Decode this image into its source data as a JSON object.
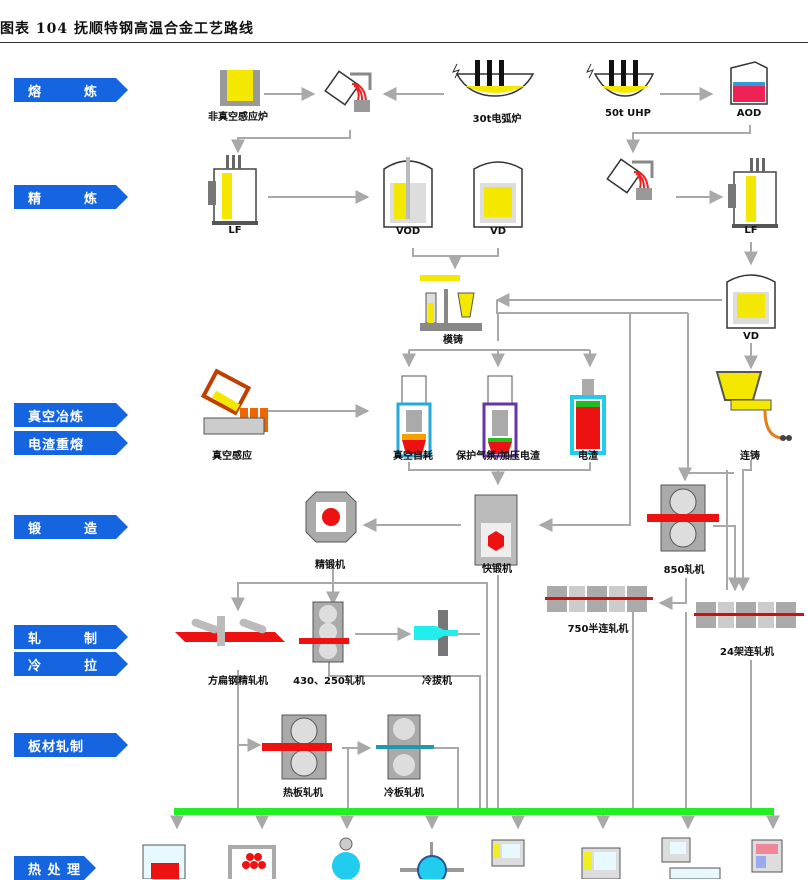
{
  "title": "图表 104 抚顺特钢高温合金工艺路线",
  "stages": [
    {
      "id": "melting",
      "label": "熔　　　炼"
    },
    {
      "id": "refining",
      "label": "精　　　炼"
    },
    {
      "id": "vacuum-metallurgy",
      "label": "真空冶炼"
    },
    {
      "id": "esr",
      "label": "电渣重熔"
    },
    {
      "id": "forging",
      "label": "锻　　　造"
    },
    {
      "id": "rolling",
      "label": "轧　　　制"
    },
    {
      "id": "cold-drawing",
      "label": "冷　　　拉"
    },
    {
      "id": "plate-rolling",
      "label": "板材轧制"
    },
    {
      "id": "heat-treatment",
      "label": "热 处 理"
    }
  ],
  "equipment": {
    "non_vacuum_induction": "非真空感应炉",
    "eaf_30t": "30t电弧炉",
    "uhp_50t": "50t UHP",
    "aod": "AOD",
    "lf_left": "LF",
    "vod": "VOD",
    "vd_left": "VD",
    "lf_right": "LF",
    "vd_right": "VD",
    "ingot_casting": "模铸",
    "vacuum_induction": "真空感应",
    "var": "真空自耗",
    "protective_esr": "保护气氛/加压电渣",
    "esr": "电渣",
    "continuous_casting": "连铸",
    "precision_forging": "精锻机",
    "fast_forging": "快锻机",
    "mill_850": "850轧机",
    "semi_continuous_750": "750半连轧机",
    "continuous_24": "24架连轧机",
    "flat_bar_mill": "方扁钢精轧机",
    "mill_430_250": "430、250轧机",
    "cold_drawing_machine": "冷拔机",
    "hot_plate_mill": "热板轧机",
    "cold_plate_mill": "冷板轧机"
  },
  "colors": {
    "stage_blue": "#1565e0",
    "arrow_gray": "#a9a9a9",
    "bus_green": "#22ee22",
    "molten_yellow": "#f5e800",
    "hot_red": "#ee1111",
    "cyan": "#22ccee"
  }
}
